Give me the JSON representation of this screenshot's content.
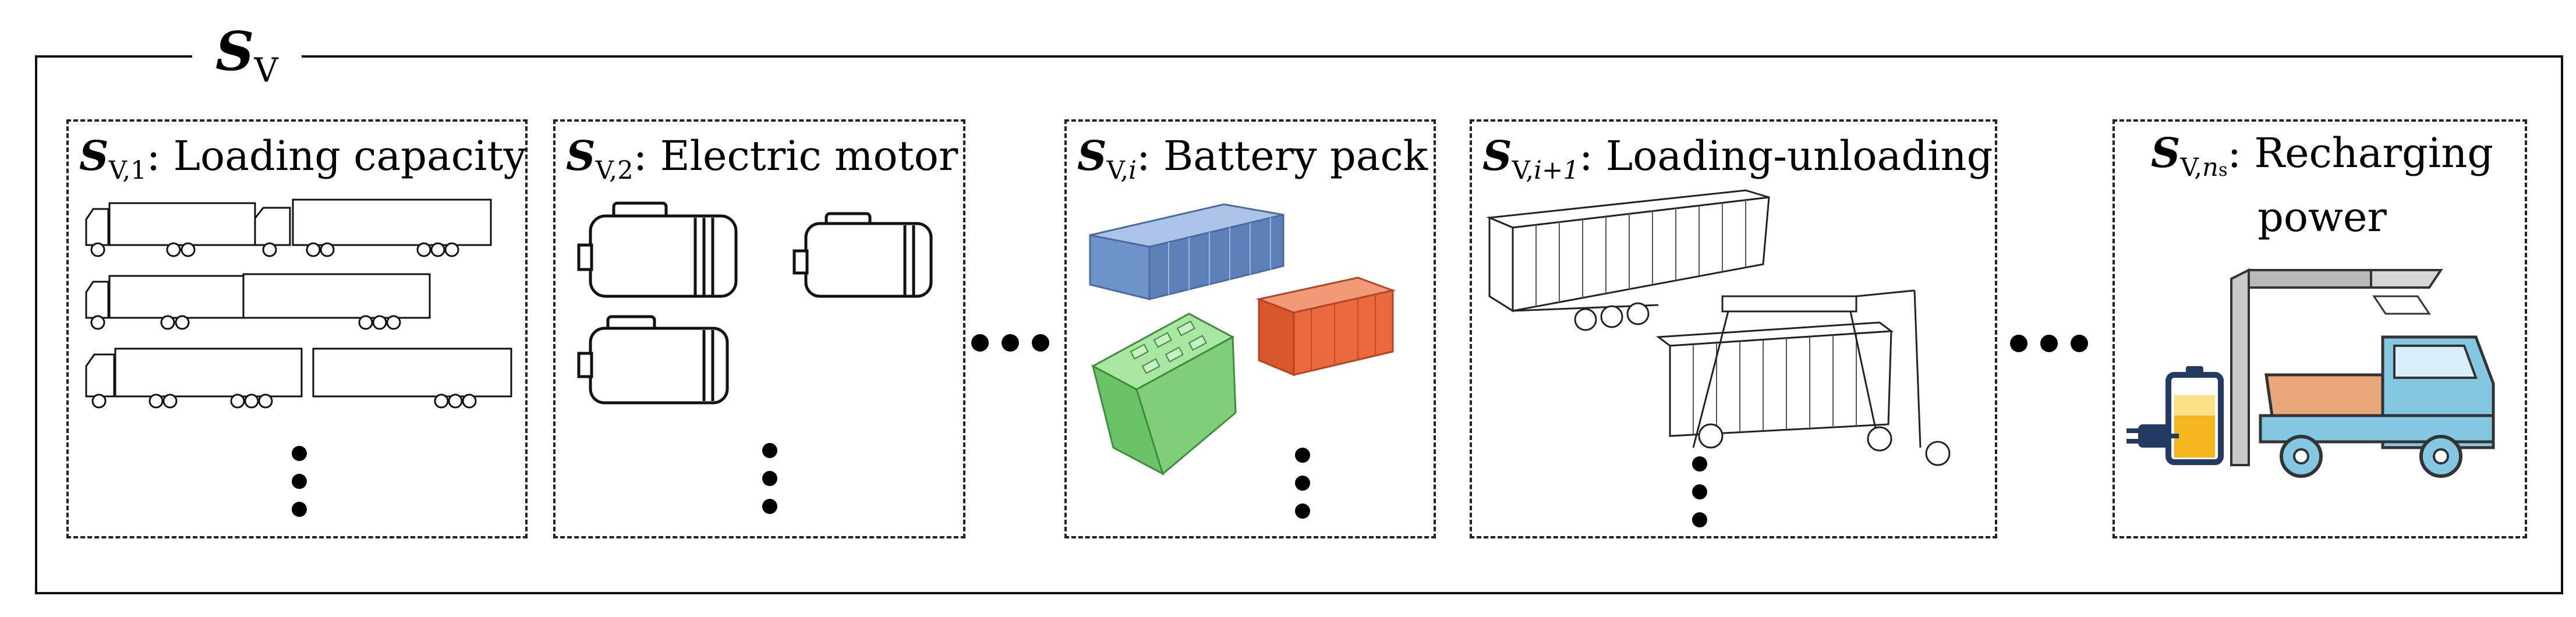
{
  "outer": {
    "symbol": "S",
    "subscript": "V"
  },
  "panels": [
    {
      "symbol": "S",
      "subscript": "V,1",
      "subscript_italic": "",
      "label": "Loading capacity",
      "icon": "trucks-icon"
    },
    {
      "symbol": "S",
      "subscript": "V,2",
      "subscript_italic": "",
      "label": "Electric motor",
      "icon": "electric-motor-icon"
    },
    {
      "symbol": "S",
      "subscript": "V,",
      "subscript_italic": "i",
      "label": "Battery pack",
      "icon": "battery-pack-icon"
    },
    {
      "symbol": "S",
      "subscript": "V,",
      "subscript_italic": "i+1",
      "label": "Loading-unloading",
      "icon": "container-trailer-icon"
    },
    {
      "symbol": "S",
      "subscript": "V,",
      "subscript_italic": "n",
      "subscript_extra": "s",
      "label": "Recharging power",
      "icon": "charging-station-icon"
    }
  ],
  "colors": {
    "battery_blue": "#6f93c9",
    "battery_green": "#7fcf7a",
    "battery_orange": "#e9683f",
    "charger_gray": "#b9b9b9",
    "truck_cab_blue": "#84c7e3",
    "truck_bed_orange": "#e9a77a",
    "charge_yellow": "#f5b51e",
    "plug_navy": "#243a63"
  }
}
